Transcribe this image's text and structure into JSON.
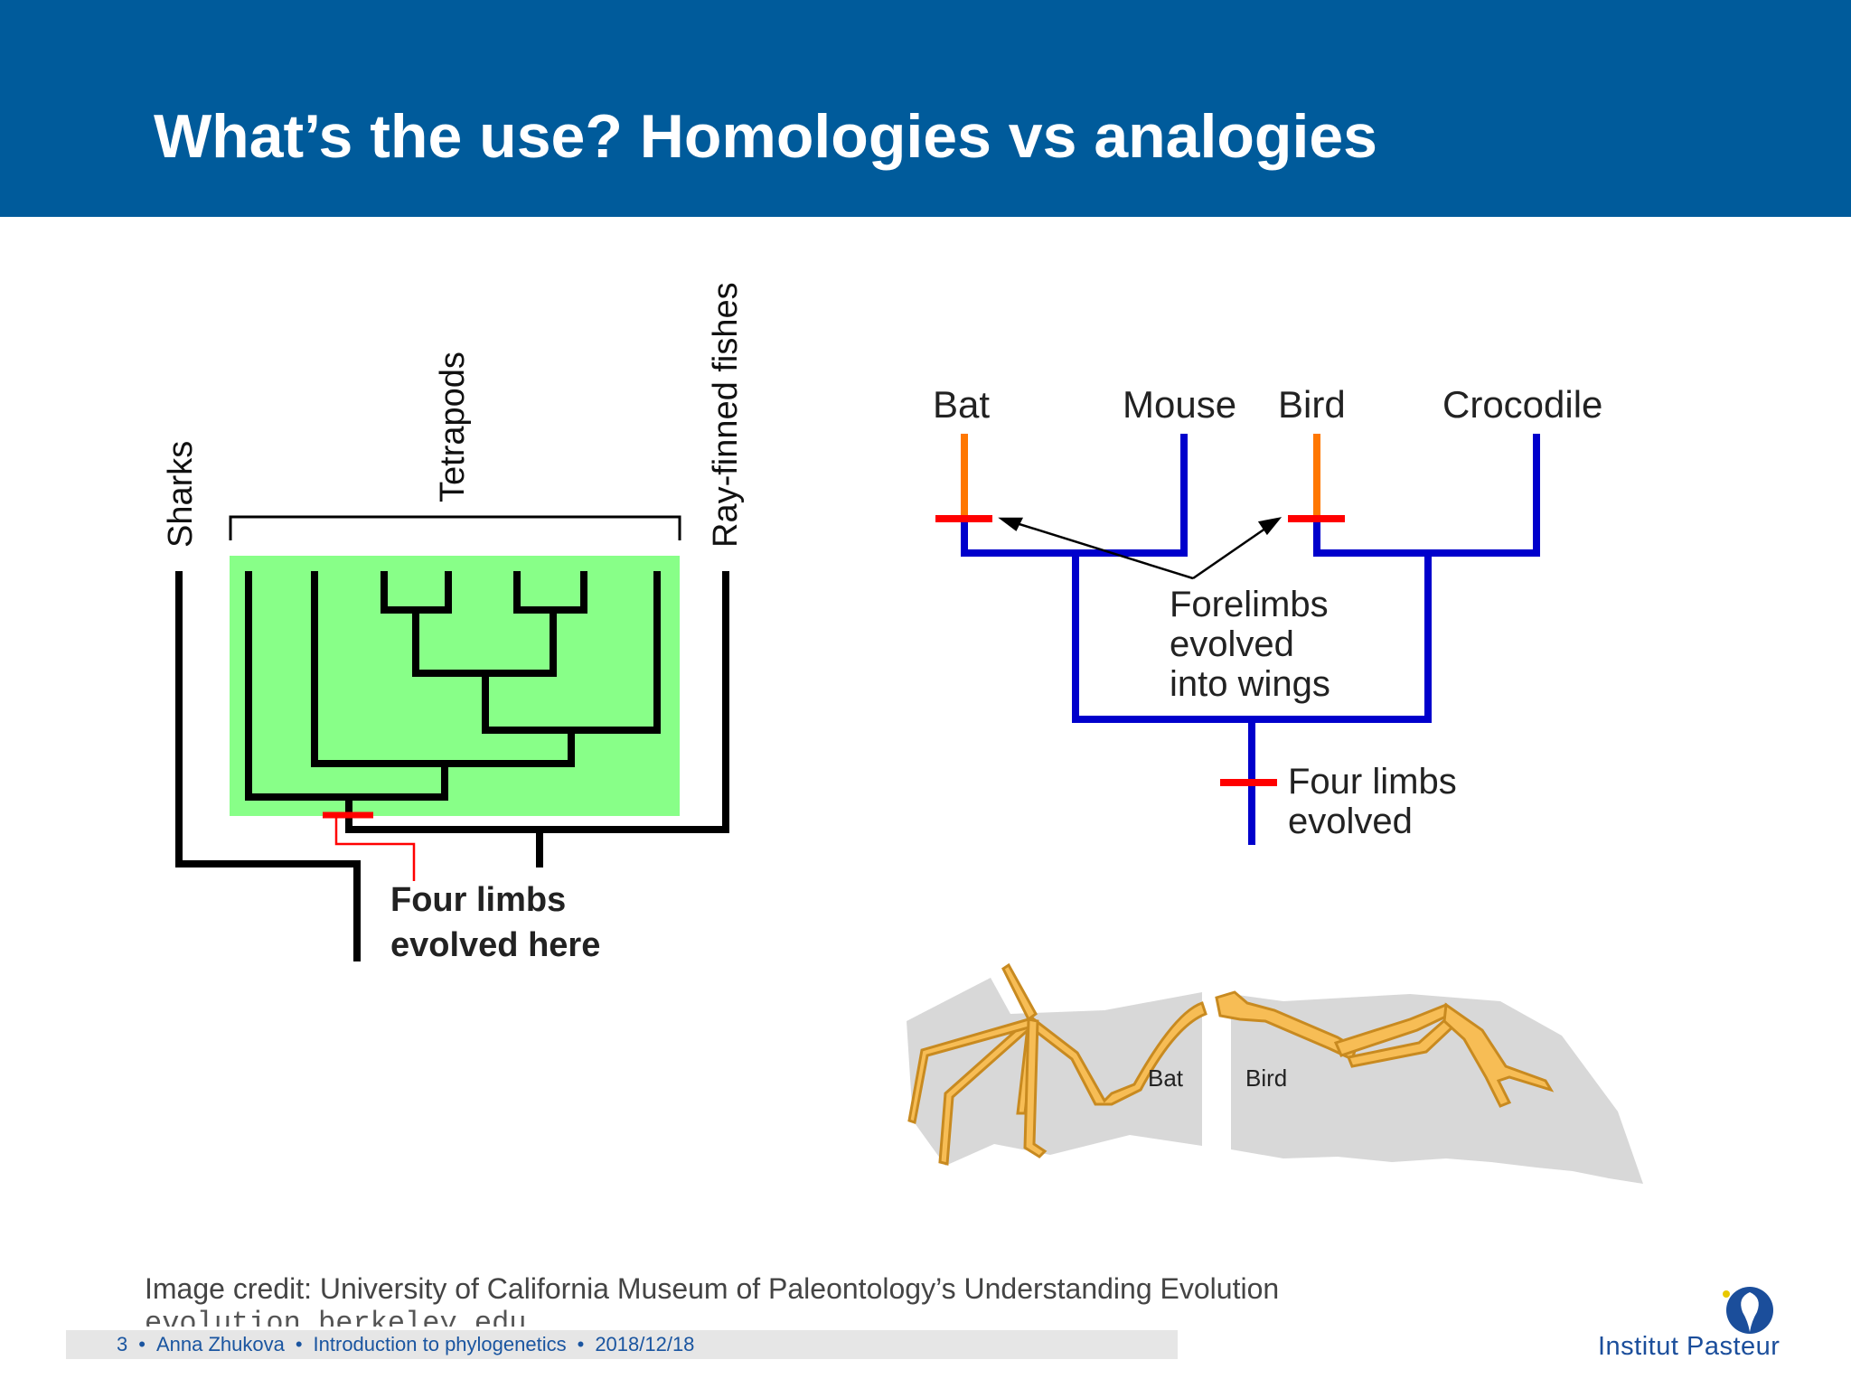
{
  "slide": {
    "title": "What’s the use? Homologies vs analogies",
    "credit": "Image credit: University of California Museum of Paleontology’s Understanding Evolution",
    "credit_url": "evolution.berkeley.edu"
  },
  "left_tree": {
    "labels": {
      "sharks": "Sharks",
      "tetrapods": "Tetrapods",
      "ray_finned": "Ray-finned fishes"
    },
    "annotation": [
      "Four limbs",
      "evolved here"
    ],
    "highlight_color": "#88ff88"
  },
  "right_tree": {
    "taxa": {
      "bat": "Bat",
      "mouse": "Mouse",
      "bird": "Bird",
      "crocodile": "Crocodile"
    },
    "wing_note": [
      "Forelimbs",
      "evolved",
      "into wings"
    ],
    "limb_note": [
      "Four limbs",
      "evolved"
    ],
    "branch_color": "#0000cc",
    "wing_branch_color": "#ff7700",
    "event_color": "#ff0000"
  },
  "wing_image": {
    "bat_label": "Bat",
    "bird_label": "Bird",
    "bone_color": "#f7bd55",
    "membrane_color": "#d8d8d8"
  },
  "footer": {
    "page": "3",
    "author": "Anna Zhukova",
    "course": "Introduction to phylogenetics",
    "date": "2018/12/18",
    "separator": "•"
  },
  "logo": {
    "text": "Institut Pasteur"
  }
}
